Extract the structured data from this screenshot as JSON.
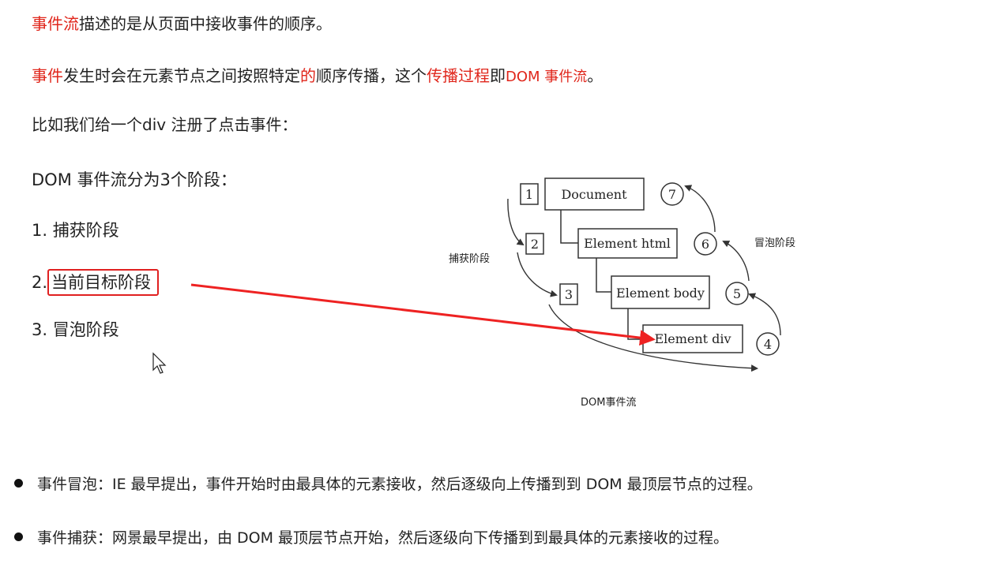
{
  "intro": {
    "line1": {
      "red": "事件流",
      "rest": "描述的是从页面中接收事件的顺序。"
    },
    "line2": {
      "part1_red": "事件",
      "part2": "发生时会在元素节点之间按照特定",
      "part3_red": "的",
      "part4": "顺序传播，这个",
      "part5_red": "传播过程",
      "part6": "即",
      "part7_red": "DOM 事件流",
      "part8": "。"
    },
    "line3": "比如我们给一个div 注册了点击事件："
  },
  "phases": {
    "heading": "DOM 事件流分为3个阶段：",
    "items": [
      {
        "num": "1.",
        "label": "捕获阶段"
      },
      {
        "num": "2.",
        "label": "当前目标阶段"
      },
      {
        "num": "3.",
        "label": "冒泡阶段"
      }
    ]
  },
  "diagram": {
    "nodes": [
      "Document",
      "Element html",
      "Element body",
      "Element div"
    ],
    "capture_steps": [
      "1",
      "2",
      "3"
    ],
    "bubble_steps": [
      "4",
      "5",
      "6",
      "7"
    ],
    "capture_label": "捕获阶段",
    "bubble_label": "冒泡阶段",
    "caption": "DOM事件流"
  },
  "bullets": [
    "事件冒泡：IE 最早提出，事件开始时由最具体的元素接收，然后逐级向上传播到到 DOM 最顶层节点的过程。",
    "事件捕获：网景最早提出，由 DOM 最顶层节点开始，然后逐级向下传播到到最具体的元素接收的过程。"
  ],
  "colors": {
    "accent_red": "#e0261b",
    "annotation_red": "#e02020",
    "text": "#222222"
  }
}
